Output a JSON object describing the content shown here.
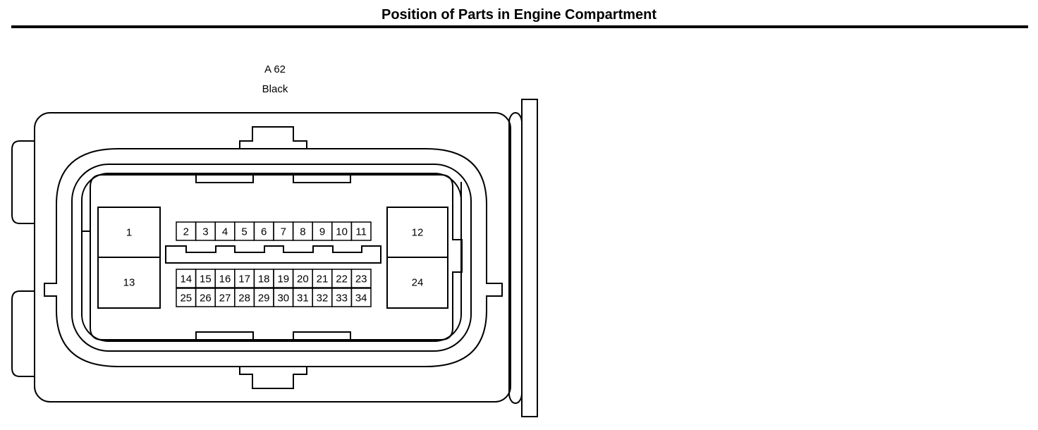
{
  "title": "Position of Parts in Engine Compartment",
  "connector": {
    "id": "A 62",
    "color": "Black",
    "pins": {
      "big_left": [
        "1",
        "13"
      ],
      "big_right": [
        "12",
        "24"
      ],
      "row1": [
        "2",
        "3",
        "4",
        "5",
        "6",
        "7",
        "8",
        "9",
        "10",
        "11"
      ],
      "row2": [
        "14",
        "15",
        "16",
        "17",
        "18",
        "19",
        "20",
        "21",
        "22",
        "23"
      ],
      "row3": [
        "25",
        "26",
        "27",
        "28",
        "29",
        "30",
        "31",
        "32",
        "33",
        "34"
      ]
    }
  }
}
